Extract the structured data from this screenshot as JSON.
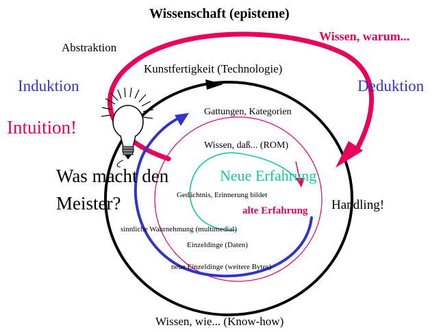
{
  "labels": {
    "title": "Wissenschaft (episteme)",
    "wissen_warum": "Wissen, warum...",
    "abstraktion": "Abstraktion",
    "kunstfertigkeit": "Kunstfertigkeit (Technologie)",
    "induktion": "Induktion",
    "deduktion": "Deduktion",
    "intuition": "Intuition!",
    "gattungen": "Gattungen, Kategorien",
    "wissen_dass": "Wissen, daß... (ROM)",
    "was_macht": "Was macht den",
    "meister": "Meister?",
    "neue_erfahrung": "Neue Erfahrung",
    "gedaechtnis": "Gedächtnis, Erinnerung bildet",
    "alte_erfahrung": "alte Erfahrung",
    "handling": "Handling!",
    "sinnliche": "sinnliche Wahrnehmung (multimedial)",
    "einzeldinge": "Einzeldinge (Daten)",
    "neue_einzeldinge": "neue Einzeldinge (weitere Bytes)",
    "wissen_wie": "Wissen, wie... (Know-how)"
  },
  "colors": {
    "pink": "#e8005a",
    "blue": "#3333cc",
    "teal": "#14c8a0",
    "black": "#000000"
  },
  "icons": [
    "light-bulb-icon"
  ]
}
